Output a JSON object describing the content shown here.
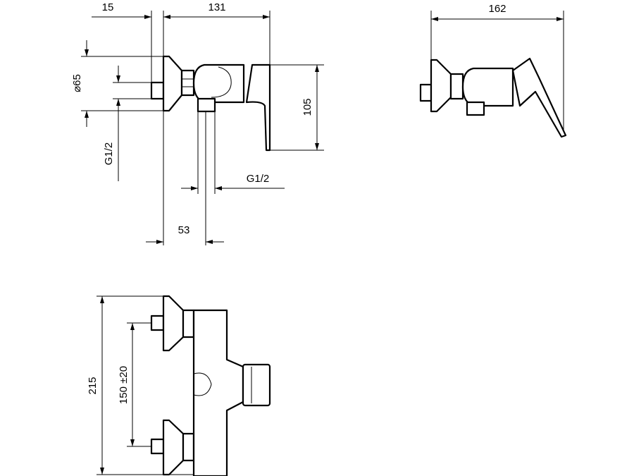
{
  "dimensions": {
    "d15": "15",
    "d131": "131",
    "d162": "162",
    "d65": "⌀65",
    "g12_left": "G1/2",
    "d105": "105",
    "g12_bottom": "G1/2",
    "d53": "53",
    "d215": "215",
    "d150": "150 ±20"
  }
}
